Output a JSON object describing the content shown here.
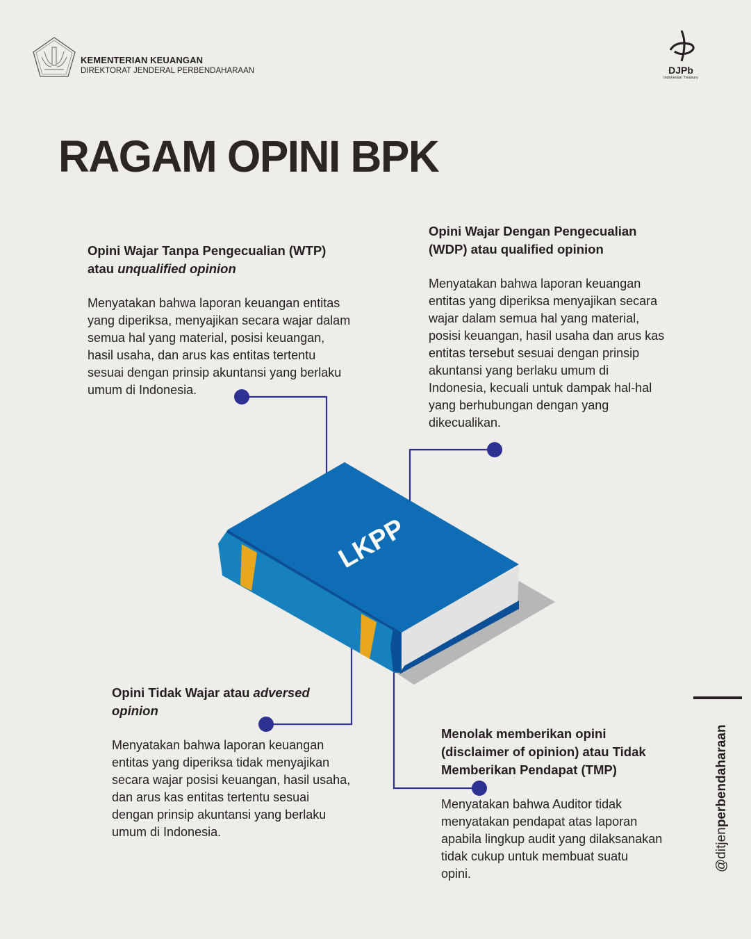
{
  "header": {
    "ministry": "KEMENTERIAN KEUANGAN",
    "directorate": "DIREKTORAT JENDERAL PERBENDAHARAAN",
    "logo_right": {
      "name": "DJPb",
      "tagline": "Indonesian Treasury"
    }
  },
  "title": "RAGAM OPINI BPK",
  "book_label": "LKPP",
  "colors": {
    "background": "#eeede9",
    "cover": "#0f6db5",
    "spine": "#1681bd",
    "band": "#e8a71c",
    "connector": "#2e3192"
  },
  "sections": {
    "wtp": {
      "title_line1": "Opini Wajar Tanpa Pengecualian (WTP)",
      "title_line2_prefix": "atau ",
      "title_line2_italic": "unqualified opinion",
      "body": [
        "Menyatakan bahwa laporan keuangan entitas",
        "yang diperiksa, menyajikan secara wajar dalam",
        "semua hal yang material, posisi keuangan,",
        "hasil usaha, dan arus kas entitas tertentu",
        "sesuai dengan prinsip akuntansi yang berlaku",
        "umum di Indonesia."
      ]
    },
    "wdp": {
      "title_line1": "Opini Wajar Dengan Pengecualian",
      "title_line2": "(WDP) atau qualified opinion",
      "body": [
        "Menyatakan bahwa laporan keuangan",
        "entitas yang diperiksa menyajikan secara",
        "wajar dalam semua hal yang material,",
        "posisi keuangan, hasil usaha dan arus kas",
        "entitas tersebut sesuai dengan prinsip",
        "akuntansi yang berlaku umum di",
        "Indonesia, kecuali untuk dampak hal-hal",
        "yang berhubungan dengan yang",
        "dikecualikan."
      ]
    },
    "adverse": {
      "title_line1_prefix": "Opini Tidak Wajar atau ",
      "title_line1_italic": "adversed",
      "title_line2_italic": "opinion",
      "body": [
        "Menyatakan bahwa laporan keuangan",
        "entitas yang diperiksa tidak menyajikan",
        "secara wajar posisi keuangan, hasil usaha,",
        "dan arus kas entitas tertentu sesuai",
        "dengan prinsip akuntansi yang berlaku",
        "umum di Indonesia."
      ]
    },
    "tmp": {
      "title_line1": "Menolak memberikan opini",
      "title_line2": "(disclaimer of opinion) atau Tidak",
      "title_line3": "Memberikan Pendapat (TMP)",
      "body": [
        "Menyatakan bahwa Auditor tidak",
        "menyatakan pendapat atas laporan",
        "apabila lingkup audit yang dilaksanakan",
        "tidak cukup untuk membuat suatu",
        "opini."
      ]
    }
  },
  "social": {
    "prefix": "@ditjen",
    "bold": "perbendaharaan"
  }
}
